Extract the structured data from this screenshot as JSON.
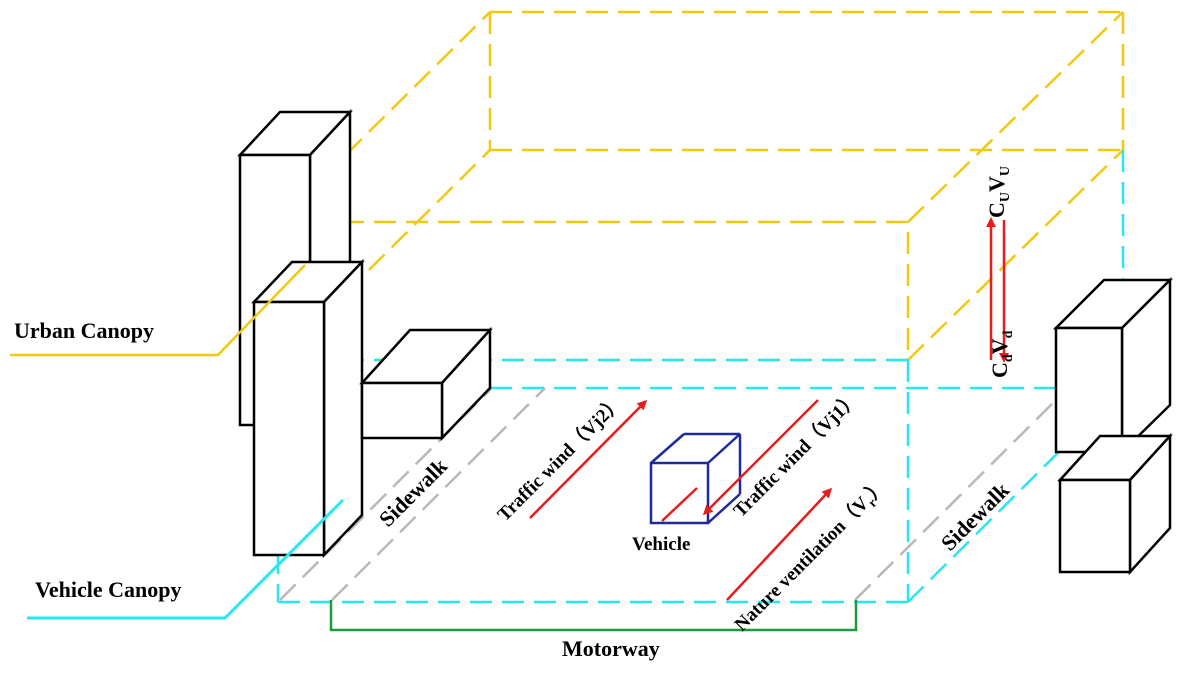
{
  "labels": {
    "urban_canopy": "Urban Canopy",
    "vehicle_canopy": "Vehicle Canopy",
    "motorway": "Motorway",
    "sidewalk_left": "Sidewalk",
    "sidewalk_right": "Sidewalk",
    "vehicle": "Vehicle",
    "traffic_wind_2": "Traffic wind（Vj2）",
    "traffic_wind_1": "Traffic wind（Vj1）",
    "nature_ventilation": "Nature ventilation（V",
    "nature_ventilation_sub": "r",
    "nature_ventilation_close": "）",
    "cu": "C",
    "cu_sub": "U",
    "vu": "V",
    "vu_sub": "U",
    "cd": "C",
    "cd_sub": "d",
    "vd": "V",
    "vd_sub": "d"
  },
  "colors": {
    "urban_canopy": "#f2c811",
    "vehicle_canopy": "#29e6f0",
    "motorway": "#1a9b3c",
    "sidewalk": "#b8b8b8",
    "vehicle": "#1f2a9a",
    "arrow": "#e81c1c",
    "outline": "#000000"
  }
}
